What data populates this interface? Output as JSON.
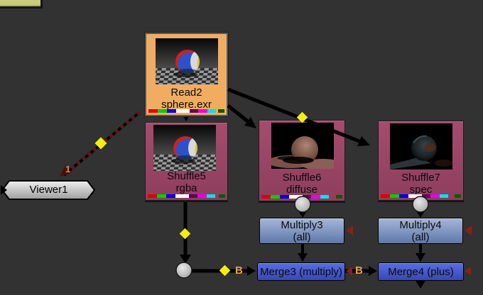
{
  "app": {
    "name": "Nuke node graph"
  },
  "nodes": {
    "read2": {
      "title": "Read2",
      "subtitle": "sphere.exr"
    },
    "shuffle5": {
      "title": "Shuffle5",
      "subtitle": "rgba"
    },
    "shuffle6": {
      "title": "Shuffle6",
      "subtitle": "diffuse"
    },
    "shuffle7": {
      "title": "Shuffle7",
      "subtitle": "spec"
    },
    "multiply3": {
      "title": "Multiply3",
      "subtitle": "(all)"
    },
    "multiply4": {
      "title": "Multiply4",
      "subtitle": "(all)"
    },
    "merge3": {
      "title": "Merge3 (multiply)"
    },
    "merge4": {
      "title": "Merge4 (plus)"
    },
    "viewer1": {
      "title": "Viewer1"
    }
  },
  "connection_labels": {
    "viewer_input_number": "1",
    "merge3_b_input": "B",
    "merge4_b_input": "B"
  },
  "colors": {
    "background": "#323232",
    "read_node": "#f0ad62",
    "shuffle_node": "#9c4466",
    "multiply_node_top": "#a6b6d8",
    "multiply_node_bottom": "#5f78ab",
    "merge_node_top": "#5a6de0",
    "merge_node_bottom": "#3847b8",
    "viewer_node": "#d9d9d9",
    "connection_line": "#000000",
    "viewer_connection_dashed": "#6b1612",
    "wire_marker_yellow": "#f2ef0e",
    "input_label_orange": "#e8a352",
    "mask_arrow_red": "#8b1f15",
    "offscreen_node_olive": "#c9cb7d",
    "channel_swatches": [
      "#e00000",
      "#00cf00",
      "#0000e0",
      "#ffffff",
      "#5c005c",
      "#e800e8",
      "#00e4e4",
      "#085c08"
    ]
  }
}
